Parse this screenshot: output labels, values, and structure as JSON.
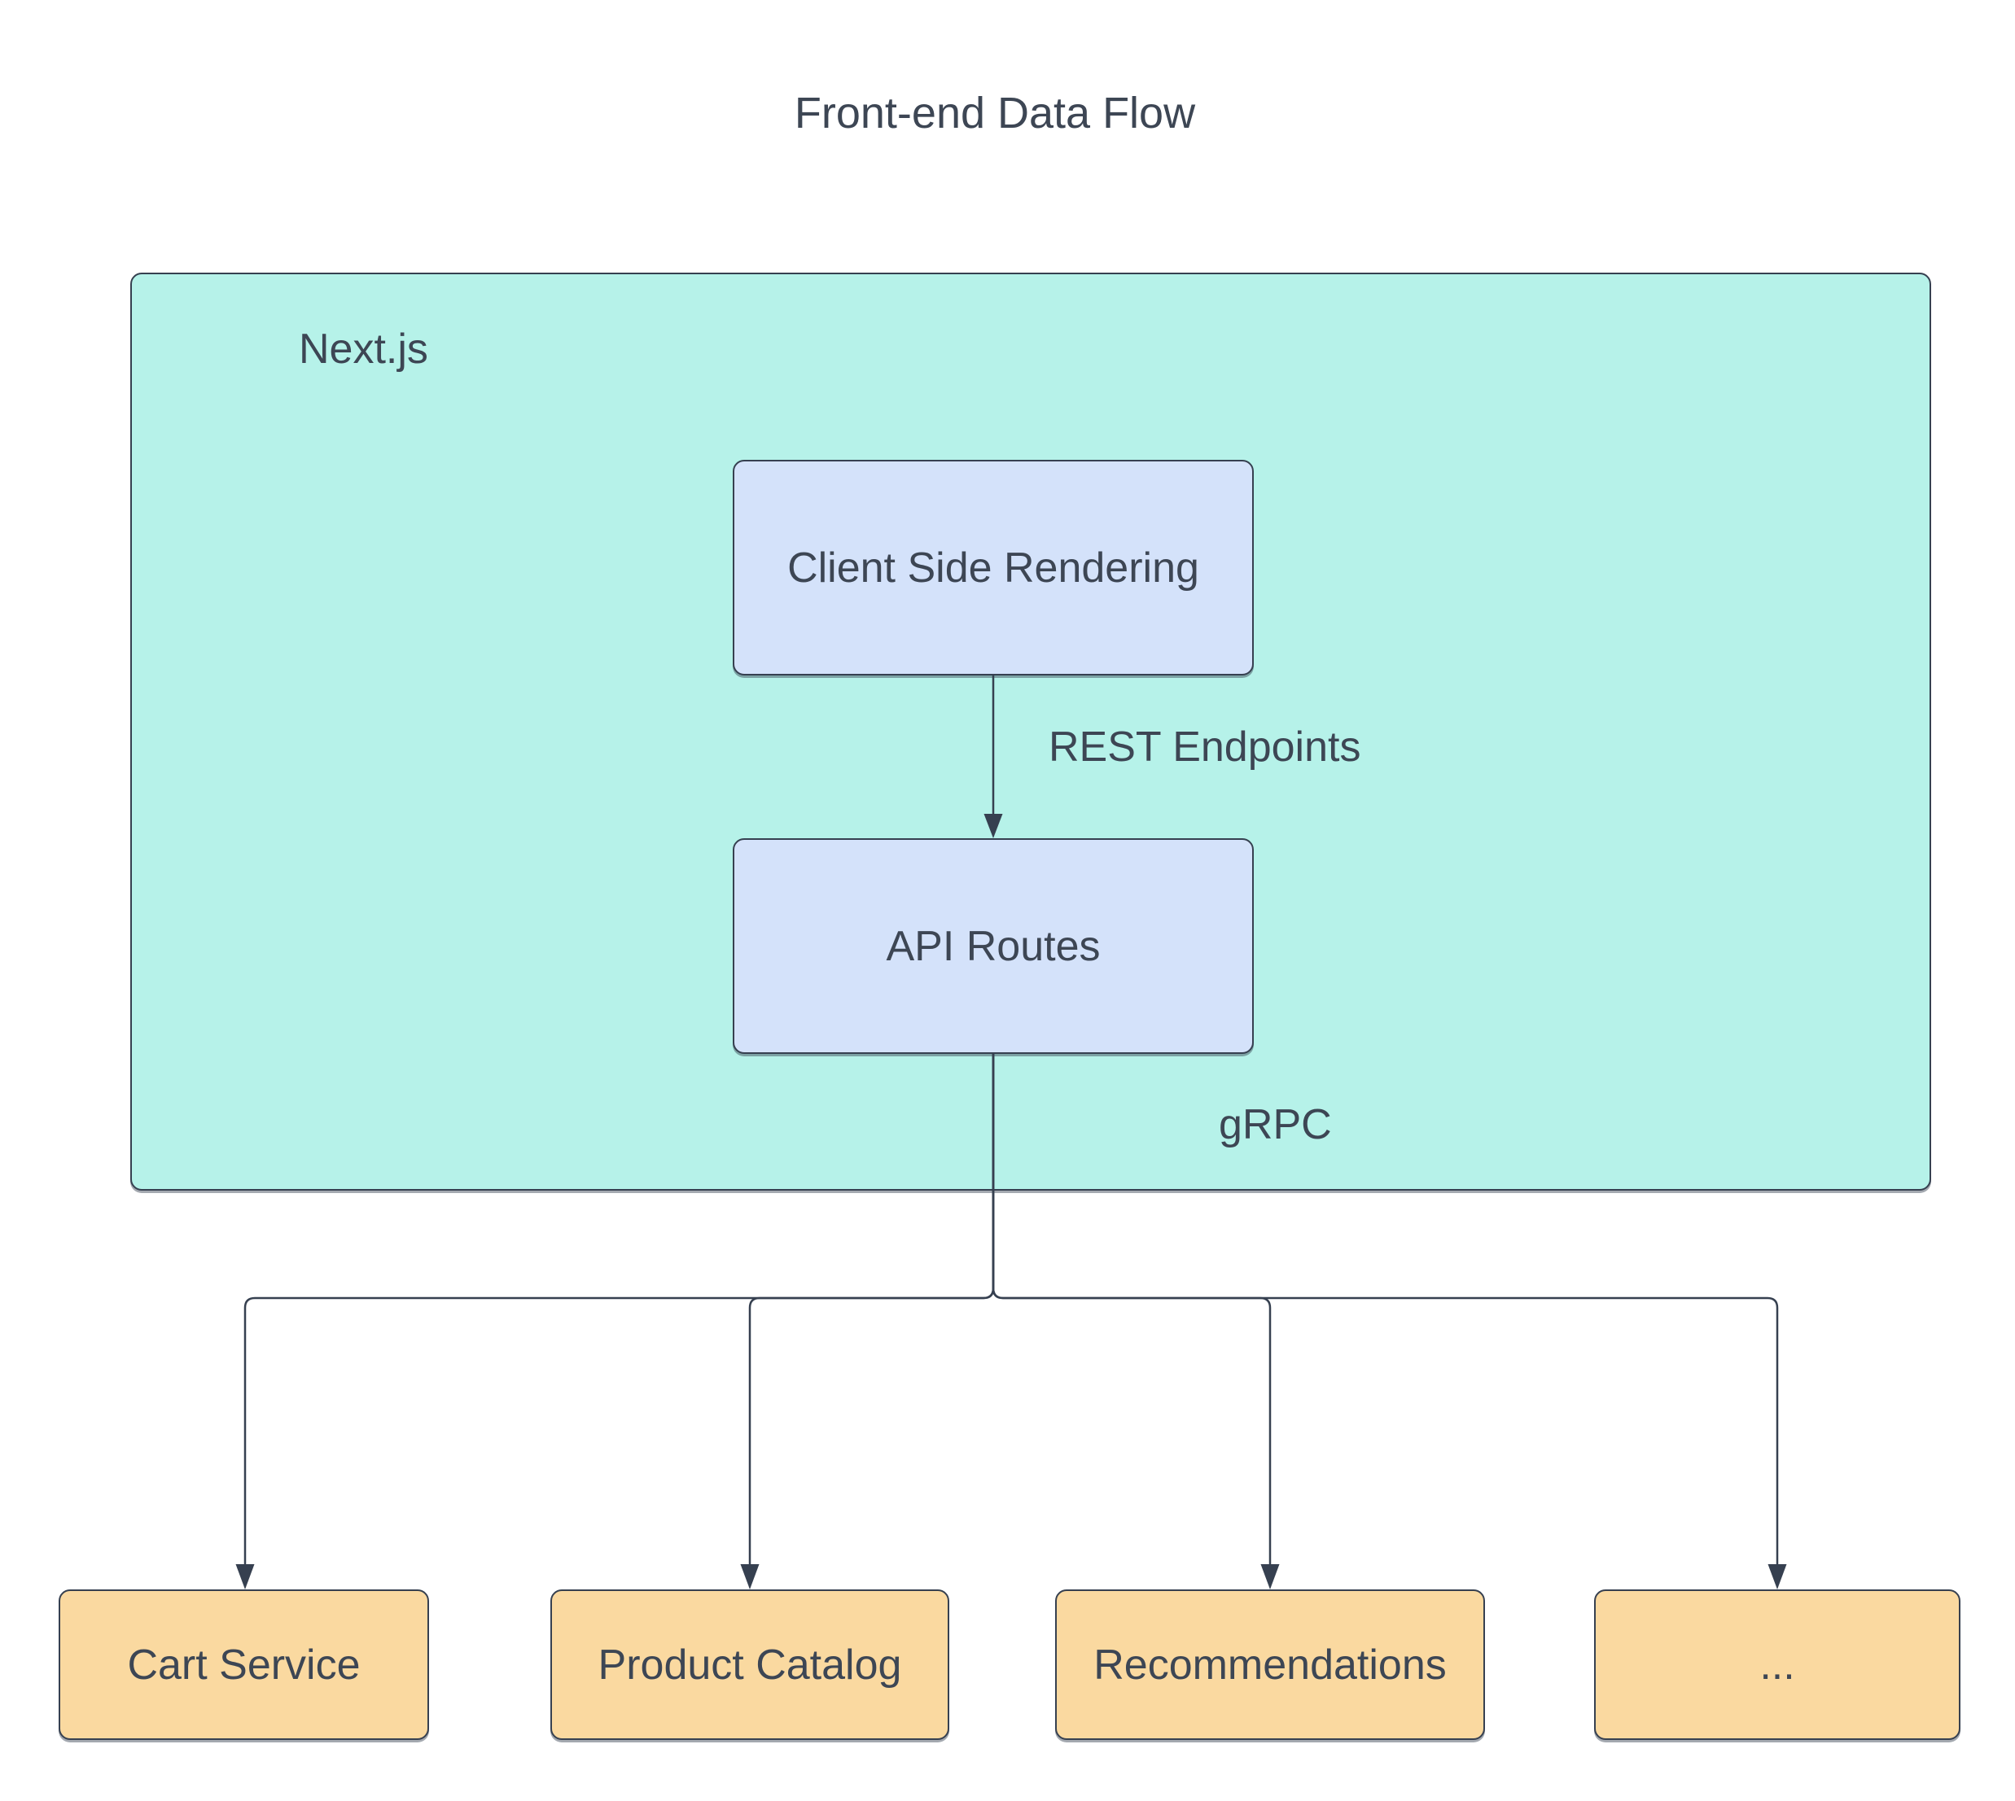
{
  "diagram": {
    "title": "Front-end Data Flow",
    "container": {
      "label": "Next.js"
    },
    "nodes": {
      "csr": {
        "label": "Client Side Rendering"
      },
      "api": {
        "label": "API Routes"
      },
      "cart": {
        "label": "Cart Service"
      },
      "catalog": {
        "label": "Product Catalog"
      },
      "recommendations": {
        "label": "Recommendations"
      },
      "more": {
        "label": "..."
      }
    },
    "edges": {
      "csr_to_api": {
        "label": "REST Endpoints"
      },
      "api_to_services": {
        "label": "gRPC"
      }
    },
    "colors": {
      "container_fill": "#b6f2e9",
      "node_blue_fill": "#d4e2fa",
      "node_orange_fill": "#fad9a0",
      "stroke": "#364050",
      "text": "#3d4654",
      "background": "#ffffff"
    }
  }
}
